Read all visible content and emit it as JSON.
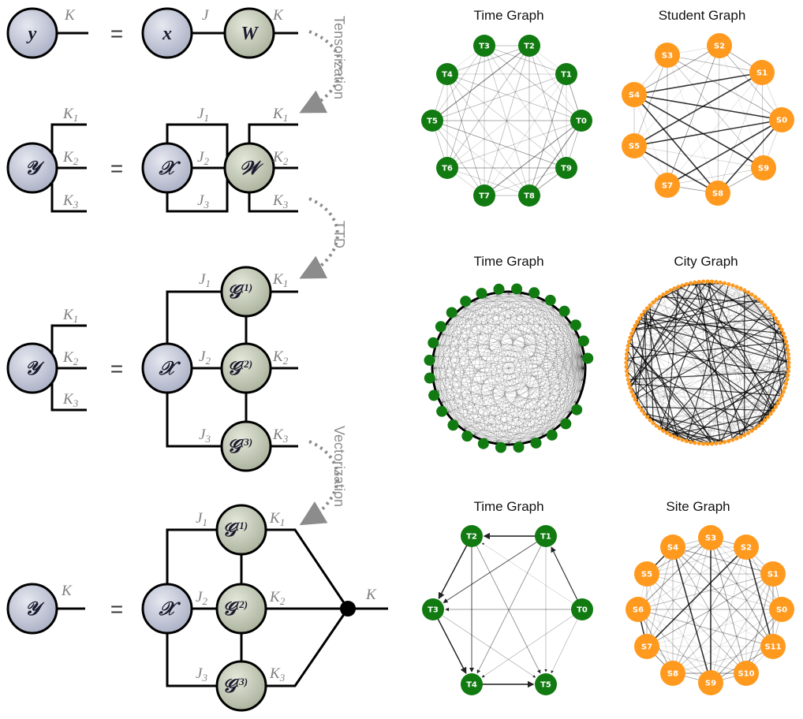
{
  "nodes": {
    "y": "y",
    "x": "x",
    "w": "W",
    "y_t": "𝒴",
    "x_t": "𝒳",
    "w_t": "𝒲",
    "g": "𝒢",
    "g1_sup": "(1)",
    "g2_sup": "(2)",
    "g3_sup": "(3)"
  },
  "labels": {
    "K": "K",
    "J": "J",
    "sub1": "1",
    "sub2": "2",
    "sub3": "3",
    "equals": "="
  },
  "arrows": {
    "tensorization": "Tensorization",
    "ttd": "TTD",
    "vectorization": "Vectorization"
  },
  "graphs": {
    "row1": {
      "left_title": "Time Graph",
      "right_title": "Student Graph",
      "left_nodes": [
        "T3",
        "T2",
        "T4",
        "T1",
        "T5",
        "T0",
        "T6",
        "T9",
        "T7",
        "T8"
      ],
      "right_nodes": [
        "S3",
        "S2",
        "S1",
        "S4",
        "S0",
        "S5",
        "S9",
        "S7",
        "S8"
      ]
    },
    "row2": {
      "left_title": "Time Graph",
      "right_title": "City Graph"
    },
    "row3": {
      "left_title": "Time Graph",
      "right_title": "Site Graph",
      "left_nodes": [
        "T2",
        "T1",
        "T3",
        "T0",
        "T4",
        "T5"
      ],
      "right_nodes": [
        "S3",
        "S4",
        "S2",
        "S5",
        "S1",
        "S6",
        "S0",
        "S7",
        "S11",
        "S8",
        "S9",
        "S10"
      ]
    }
  },
  "colors": {
    "time_node": "#117a11",
    "site_node": "#ff9a1f",
    "tensor_blue": "#c4c8d8",
    "tensor_green": "#c6ccb8"
  }
}
